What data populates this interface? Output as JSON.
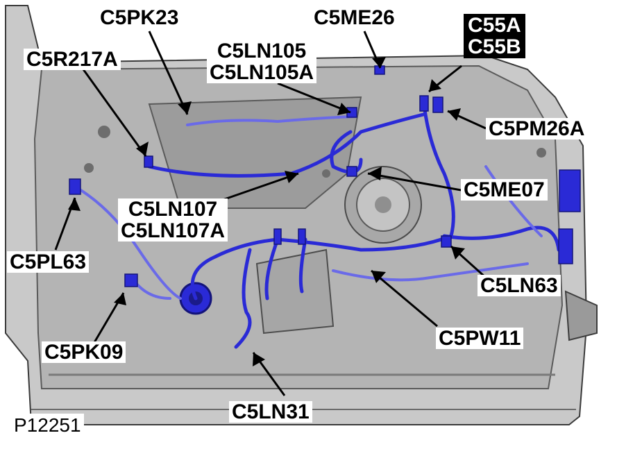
{
  "figure_id": "P12251",
  "colors": {
    "harness": "#2a2ad6",
    "harness_light": "#6a6ae8",
    "panel": "#bdbdbd",
    "panel_dark": "#8a8a8a",
    "label_bg": "#ffffff",
    "label_text": "#000000"
  },
  "labels": {
    "c5pk23": [
      "C5PK23"
    ],
    "c5me26": [
      "C5ME26"
    ],
    "c55": [
      "C55A",
      "C55B"
    ],
    "c5r217a": [
      "C5R217A"
    ],
    "c5ln105": [
      "C5LN105",
      "C5LN105A"
    ],
    "c5pm26a": [
      "C5PM26A"
    ],
    "c5me07": [
      "C5ME07"
    ],
    "c5ln107": [
      "C5LN107",
      "C5LN107A"
    ],
    "c5pl63": [
      "C5PL63"
    ],
    "c5ln63": [
      "C5LN63"
    ],
    "c5pk09": [
      "C5PK09"
    ],
    "c5pw11": [
      "C5PW11"
    ],
    "c5ln31": [
      "C5LN31"
    ]
  }
}
